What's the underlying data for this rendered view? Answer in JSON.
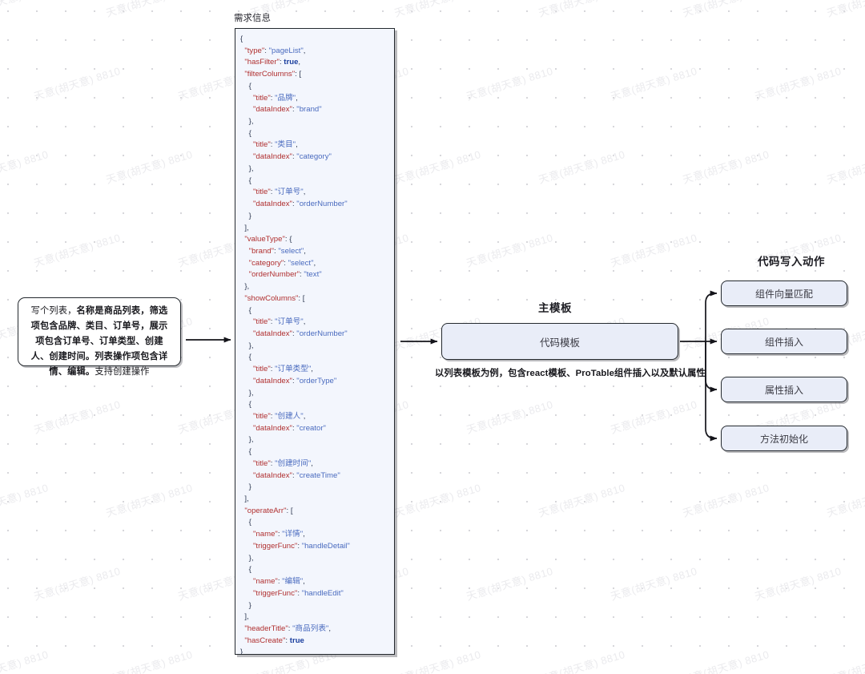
{
  "canvas": {
    "background_color": "#ffffff",
    "dot_color": "#c9c9cf",
    "node_fill": "#e9edf8",
    "node_border": "#24292e",
    "watermark_text": "天意(胡天意) 8810",
    "watermark_color": "#ebebee"
  },
  "requirement": {
    "label": "需求信息",
    "text_segments": [
      {
        "text": "写个列表，",
        "bold": false
      },
      {
        "text": "名称是商品列表，",
        "bold": true
      },
      {
        "text": "筛选项包含品牌、类目、订单号，",
        "bold": true
      },
      {
        "text": "展示项包含订单号、订单类型、创建人、创建时间。",
        "bold": true
      },
      {
        "text": "列表操作项包含详情、编辑。",
        "bold": true
      },
      {
        "text": "支持创建操作",
        "bold": false
      }
    ],
    "text_full": "写个列表，名称是商品列表，筛选项包含品牌、类目、订单号，展示项包含订单号、订单类型、创建人、创建时间。列表操作项包含详情、编辑。支持创建操作"
  },
  "json_spec": {
    "type": "pageList",
    "hasFilter": true,
    "filterColumns": [
      {
        "title": "品牌",
        "dataIndex": "brand"
      },
      {
        "title": "类目",
        "dataIndex": "category"
      },
      {
        "title": "订单号",
        "dataIndex": "orderNumber"
      }
    ],
    "valueType": {
      "brand": "select",
      "category": "select",
      "orderNumber": "text"
    },
    "showColumns": [
      {
        "title": "订单号",
        "dataIndex": "orderNumber"
      },
      {
        "title": "订单类型",
        "dataIndex": "orderType"
      },
      {
        "title": "创建人",
        "dataIndex": "creator"
      },
      {
        "title": "创建时间",
        "dataIndex": "createTime"
      }
    ],
    "operateArr": [
      {
        "name": "详情",
        "triggerFunc": "handleDetail"
      },
      {
        "name": "编辑",
        "triggerFunc": "handleEdit"
      }
    ],
    "headerTitle": "商品列表",
    "hasCreate": true
  },
  "main_template": {
    "title": "主模板",
    "node_label": "代码模板",
    "caption": "以列表模板为例，包含react模板、ProTable组件插入以及默认属性"
  },
  "code_write_actions": {
    "title": "代码写入动作",
    "items": [
      {
        "label": "组件向量匹配"
      },
      {
        "label": "组件插入"
      },
      {
        "label": "属性插入"
      },
      {
        "label": "方法初始化"
      }
    ]
  }
}
